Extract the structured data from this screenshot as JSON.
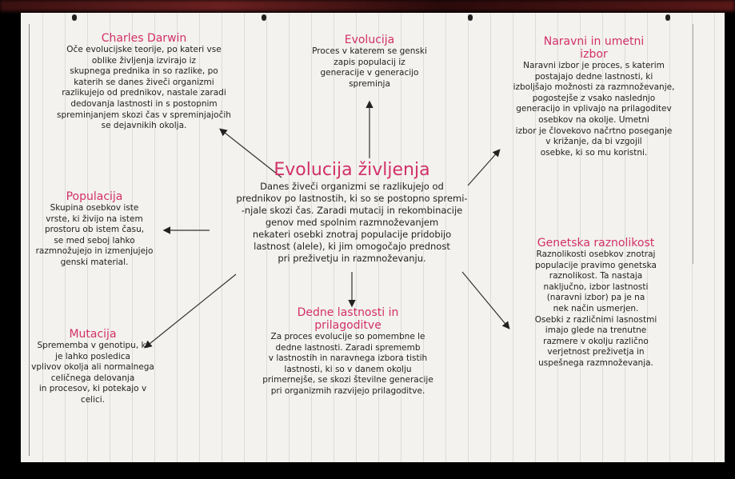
{
  "center": {
    "title": "Evolucija življenja",
    "lines": [
      "Danes živeči organizmi se razlikujejo od",
      "prednikov po lastnostih, ki so se postopno spremi-",
      "-njale skozi čas. Zaradi mutacij in rekombinacije",
      "genov med spolnim razmnoževanjem",
      "nekateri osebki znotraj populacije pridobijo",
      "lastnost (alele), ki jim omogočajo prednost",
      "pri preživetju in razmnoževanju."
    ]
  },
  "darwin": {
    "title": "Charles Darwin",
    "lines": [
      "Oče evolucijske teorije, po kateri vse",
      "oblike življenja izvirajo iz",
      "skupnega prednika in so razlike, po",
      "katerih se danes živeči organizmi",
      "razlikujejo od prednikov, nastale zaradi",
      "dedovanja lastnosti in s postopnim",
      "spreminjanjem skozi čas v spreminjajočih",
      "se dejavnikih okolja."
    ]
  },
  "evolucija": {
    "title": "Evolucija",
    "lines": [
      "Proces v katerem se genski",
      "zapis populacij iz",
      "generacije v generacijo",
      "spreminja"
    ]
  },
  "izbor": {
    "title": "Naravni in umetni izbor",
    "lines": [
      "Naravni izbor je proces, s katerim",
      "postajajo dedne lastnosti, ki",
      "izboljšajo možnosti za razmnoževanje,",
      "pogostejše z vsako naslednjo",
      "generacijo in vplivajo na prilagoditev",
      "osebkov na okolje. Umetni",
      "izbor je človekovo načrtno poseganje",
      "v križanje, da bi vzgojil",
      "osebke, ki so mu koristni."
    ]
  },
  "populacija": {
    "title": "Populacija",
    "lines": [
      "Skupina osebkov iste",
      "vrste, ki živijo na istem",
      "prostoru ob istem času,",
      "se med seboj lahko",
      "razmnožujejo in izmenjujejo",
      "genski material."
    ]
  },
  "mutacija": {
    "title": "Mutacija",
    "lines": [
      "Sprememba v genotipu, ki",
      "je lahko posledica",
      "vplivov okolja ali normalnega",
      "celičnega delovanja",
      "in procesov, ki potekajo v",
      "celici."
    ]
  },
  "genetska": {
    "title": "Genetska raznolikost",
    "lines": [
      "Raznolikosti osebkov znotraj",
      "populacije pravimo genetska",
      "raznolikost. Ta nastaja",
      "naključno, izbor lastnosti",
      "(naravni izbor) pa je na",
      "nek način usmerjen.",
      "Osebki z različnimi lasnostmi",
      "imajo glede na trenutne",
      "razmere v okolju različno",
      "verjetnost preživetja in",
      "uspešnega razmnoževanja."
    ]
  },
  "dedne": {
    "title": "Dedne lastnosti in prilagoditve",
    "lines": [
      "Za proces evolucije so pomembne le",
      "dedne lastnosti. Zaradi sprememb",
      "v lastnostih in naravnega izbora tistih",
      "lastnosti, ki so v danem okolju",
      "primernejše, se skozi številne generacije",
      "pri organizmih razvijejo prilagoditve."
    ]
  },
  "colors": {
    "title": "#d2306a",
    "ink": "#222222"
  }
}
